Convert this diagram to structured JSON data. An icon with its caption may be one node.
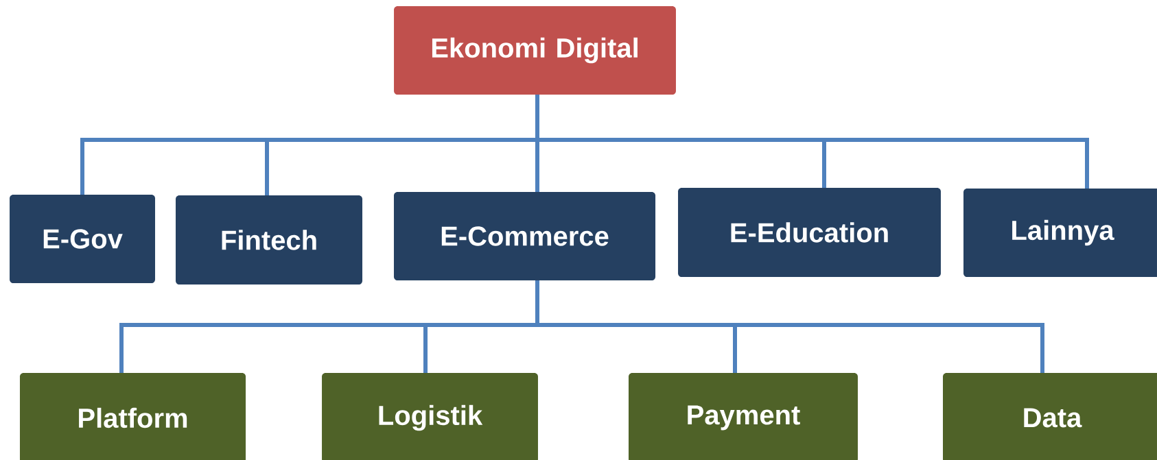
{
  "diagram": {
    "nodes": [
      {
        "text": [
          "Ekonomi Digital"
        ]
      },
      {
        "text": [
          "E-Gov"
        ]
      },
      {
        "text": [
          "Fintech"
        ]
      },
      {
        "text": [
          "E-Commerce"
        ]
      },
      {
        "text": [
          "E-Education"
        ]
      },
      {
        "text": [
          "Lainnya"
        ]
      },
      {
        "text": [
          "Platform"
        ]
      },
      {
        "text": [
          "Logistik"
        ]
      },
      {
        "text": [
          "Payment"
        ]
      },
      {
        "text": [
          "Data"
        ]
      }
    ],
    "edges": [
      {
        "from": 0,
        "to": 1,
        "arrow": "none"
      },
      {
        "from": 0,
        "to": 2,
        "arrow": "none"
      },
      {
        "from": 0,
        "to": 3,
        "arrow": "none"
      },
      {
        "from": 0,
        "to": 4,
        "arrow": "none"
      },
      {
        "from": 0,
        "to": 5,
        "arrow": "none"
      },
      {
        "from": 3,
        "to": 6,
        "arrow": "none"
      },
      {
        "from": 3,
        "to": 7,
        "arrow": "none"
      },
      {
        "from": 3,
        "to": 8,
        "arrow": "none"
      },
      {
        "from": 3,
        "to": 9,
        "arrow": "none"
      }
    ]
  }
}
